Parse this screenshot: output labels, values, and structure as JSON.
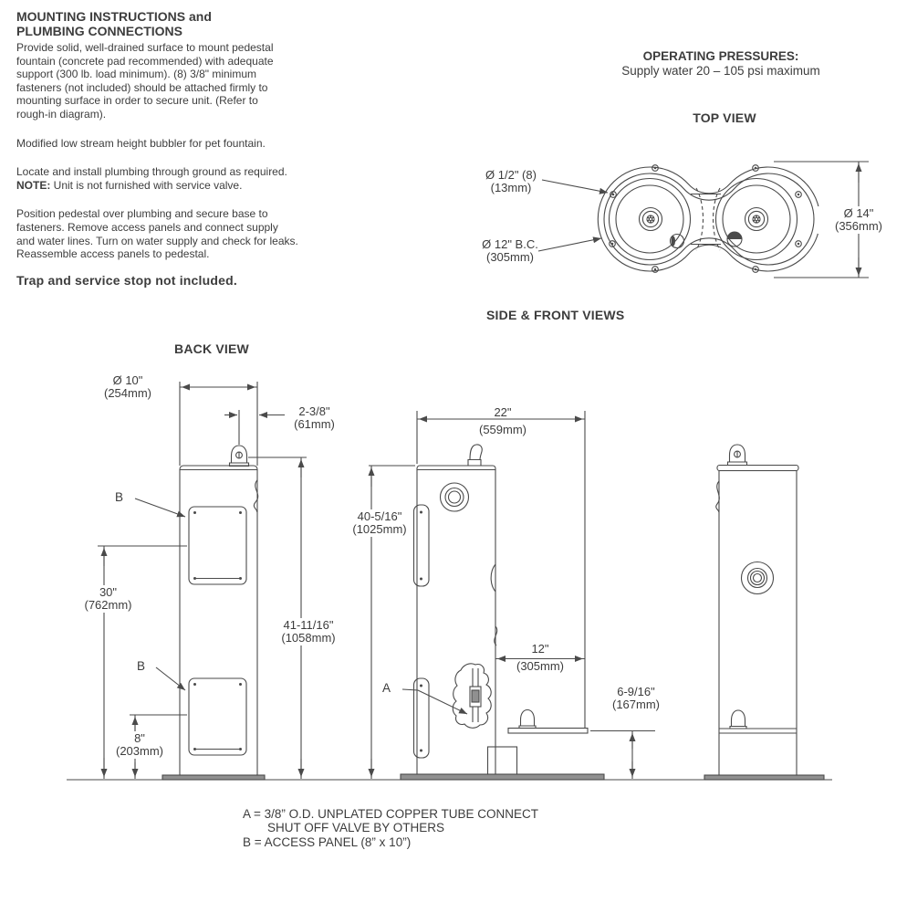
{
  "instructions": {
    "title": "MOUNTING INSTRUCTIONS and\nPLUMBING CONNECTIONS",
    "p1": "Provide solid, well-drained surface to mount pedestal\nfountain (concrete pad recommended) with adequate\nsupport (300 lb. load minimum). (8) 3/8\" minimum\nfasteners (not included) should be attached firmly to\nmounting surface in order to secure unit. (Refer to\nrough-in diagram).",
    "p2": "Modified low stream height bubbler for pet fountain.",
    "p3_line1": "Locate and install plumbing through ground as required.",
    "p3_note_label": "NOTE:",
    "p3_note_text": " Unit is not furnished with service valve.",
    "p4": "Position pedestal over plumbing and secure base to\nfasteners. Remove access panels and connect supply\nand water lines. Turn on water supply and check for leaks.\nReassemble access panels to pedestal.",
    "p5": "Trap and service stop not included."
  },
  "operating": {
    "heading": "OPERATING PRESSURES:",
    "detail": "Supply water 20 – 105 psi maximum"
  },
  "view_titles": {
    "top": "TOP VIEW",
    "side_front": "SIDE & FRONT VIEWS",
    "back": "BACK VIEW"
  },
  "top_view": {
    "mounting_hole": "Ø 1/2\" (8)",
    "mounting_hole_mm": "(13mm)",
    "bolt_circle": "Ø 12\" B.C.",
    "bolt_circle_mm": "(305mm)",
    "outer_width": "Ø 14\"",
    "outer_width_mm": "(356mm)"
  },
  "back_view": {
    "base_dia": "Ø 10\"",
    "base_dia_mm": "(254mm)",
    "bubbler_offset": "2-3/8\"",
    "bubbler_offset_mm": "(61mm)",
    "upper_panel_height": "30\"",
    "upper_panel_height_mm": "(762mm)",
    "lower_panel_height": "8\"",
    "lower_panel_height_mm": "(203mm)",
    "overall_height": "41-11/16\"",
    "overall_height_mm": "(1058mm)",
    "label_b_upper": "B",
    "label_b_lower": "B"
  },
  "side_view": {
    "depth": "22\"",
    "depth_mm": "(559mm)",
    "spout_height": "40-5/16\"",
    "spout_height_mm": "(1025mm)",
    "pet_depth": "12\"",
    "pet_depth_mm": "(305mm)",
    "pet_height": "6-9/16\"",
    "pet_height_mm": "(167mm)",
    "label_a": "A"
  },
  "legend": {
    "line1": "A = 3/8” O.D. UNPLATED COPPER TUBE CONNECT",
    "line2": "SHUT OFF VALVE BY OTHERS",
    "line3": "B = ACCESS PANEL (8” x 10”)"
  },
  "colors": {
    "line": "#4a4a4a",
    "text": "#3d3d3d",
    "background": "#ffffff"
  }
}
